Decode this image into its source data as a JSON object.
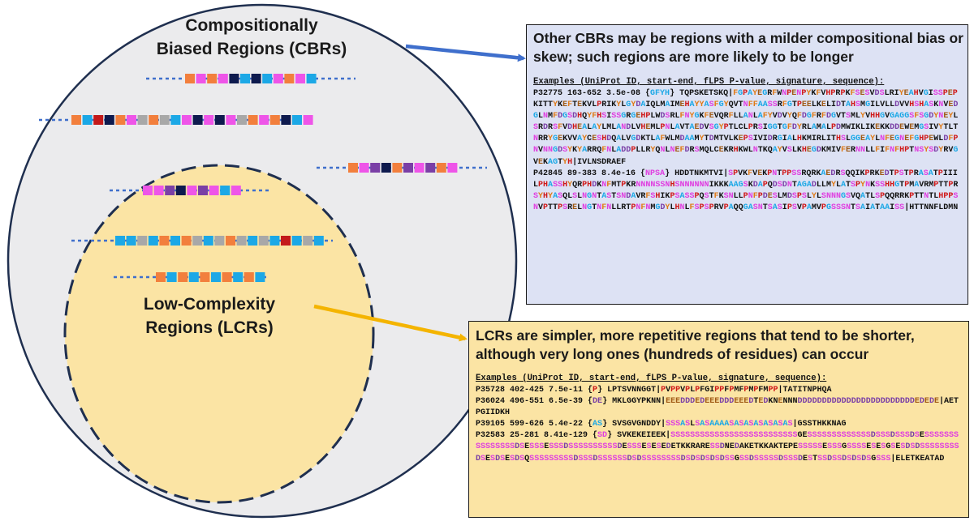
{
  "outer_ellipse": {
    "label_line1": "Compositionally",
    "label_line2": "Biased Regions (CBRs)",
    "fill": "#ebebed"
  },
  "inner_ellipse": {
    "label_line1": "Low-Complexity",
    "label_line2": "Regions (LCRs)",
    "fill": "#fbe4a4"
  },
  "residue_colors": {
    "orange": "#f27f3d",
    "magenta": "#ee55e8",
    "cyan": "#1ca8e6",
    "navy": "#0e1a4e",
    "purple": "#7a3fa6",
    "gray": "#a8a8a8",
    "red": "#c41a1a",
    "blue": "#2f5fbf"
  },
  "cbr_box": {
    "heading": "Other CBRs may be regions with a milder compositional bias or skew; such regions are more likely to be longer",
    "examples_heading": "Examples (UniProt ID, start-end, fLPS P-value, signature, sequence):",
    "examples": [
      {
        "header": "P32775 163-652 3.5e-08",
        "sig": "GFYH",
        "sequence": "TQPSKETSKQ|FGPAYEGRFWNPENPYKFVHPRPKFSESVDSLRIYEAHVGISSPEPKITTYKEFTEKVLPRIKYLGYDAIQLMAIMEHAYYASFGYQVTNFFAASSRFGTPEELKELIDTAHSMGILVLLDVVHSHASKNVEDGLNMFDGSDHQYFHSISSGRGEHPLWDSRLFNYGKFEVQRFLLANLAFYVDVYQFDGFRFDGVTSMLYVHHGVGAGGSFSGDYNEYLSRDRSFVDHEALAYLMLANDLVHEMLPNLAVTAEDVSGYPTLCLPRSIGGTGFDYRLAMALPDMWIKLIKEKKDDEWEMGSIVYTLTNRRYGEKVVAYCESHDQALVGDKTLAFWLMDAAMYTDMTVLKEPSIVIDRGIALHKMIRLITHSLGGEAYLNFEGNEFGHPEWLDFPNVNNGDSYKYARRQFNLADDPLLRYQNLNEFDRSMQLCEKRHKWLNTKQAYVSLKHEGDKMIVFERNNLLFIFNFHPTNSYSDYRVGVEKAGTYH",
        "tail": "IVLNSDRAEF"
      },
      {
        "header": "P42845 89-383 8.4e-16",
        "sig": "NPSA",
        "sequence": "HDDTNKMTVI|SPVKFVEKPNTPPSSRQRKAEDRSQQIKPRKEDTPSTPRASATPIIILPHASSHYQRPHDKNFMTPKRNNNNSSNHSNNNNNNIKKKAAGSKDAPQDSDNTAGADLLMYLATSPYNKSSHHGTPMAVRMPTTPRSYHYASQLSLNGNTASTSNDAVRFSHIKPSASSPQSTFKSNLLPNFPDESLMDSPSLYLSNNNGSVQATLSPQQRRKPTTNTLHPPSNVPTTPSRELNGTNFNLLRTPNFNMGDYLHNLFSPSPRVPAQQGASNTSASIPSVPAMVPGSSSNTSAIATAAISS",
        "tail": "HTTNNFLDMN"
      }
    ]
  },
  "lcr_box": {
    "heading": "LCRs are simpler, more repetitive regions that tend to be shorter, although very long ones (hundreds of residues) can occur",
    "examples_heading": "Examples (UniProt ID, start-end, fLPS P-value, signature, sequence):",
    "examples": [
      {
        "header": "P35728 402-425 7.5e-11",
        "sig": "P",
        "sequence": "LPTSVNNGGT|PVPPVPLPFGIPPFPMFPMPFMPP",
        "tail": "TATITNPHQA"
      },
      {
        "header": "P36024 496-551 6.5e-39",
        "sig": "DE",
        "sequence": "MKLGGYPKNN|EEEDDDEDEEEDDDEEEDTEDKNENNNDDDDDDDDDDDDDDDDDDDDDDDDEDEDE",
        "tail": "AETPGIIDKH"
      },
      {
        "header": "P39105 599-626 5.4e-22",
        "sig": "AS",
        "sequence": "SVSGVGNDDY|SSSASLSASAAAASASASASASASAS",
        "tail": "GSSTHKKNAG"
      },
      {
        "header": "P32583 25-281 8.41e-129",
        "sig": "SD",
        "sequence": "SVKEKEIEEK|SSSSSSSSSSSSSSSSSSSSSSSSSSGESSSSSSSSSSSSSDSSSDSSSDSESSSSSSSSSSSSSSSDSESSSESSSDSSSSSSSSSSDESSSESESEDETKKRARESSDNEDAKETKKAKTEPESSSSSESSSGSSSSESESGSESDSDSSSSSSSSDSESDSESDSQSSSSSSSSSDSSSDSSSSSSDSDSSSSSSSSDSDSDSDSDSSGSSDSSSSSDSSSDESTSSDSSDSDSDSGSSS",
        "tail": "ELETKEATAD"
      }
    ]
  }
}
